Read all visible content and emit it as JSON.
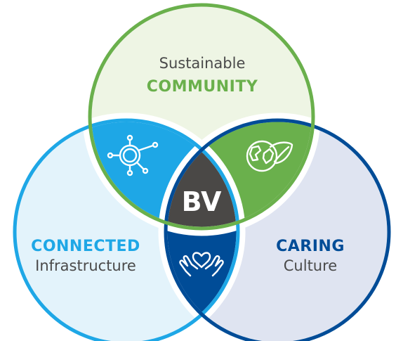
{
  "circles": {
    "top": {
      "light_label": "Sustainable",
      "bold_label": "COMMUNITY",
      "stroke_color": "#6ab04c",
      "fill_color": "#eef5e4",
      "label_color": "#6ab04c"
    },
    "left": {
      "bold_label": "CONNECTED",
      "light_label": "Infrastructure",
      "stroke_color": "#1ea7e6",
      "fill_color": "#e3f3fb",
      "label_color": "#1ea7e6"
    },
    "right": {
      "bold_label": "CARING",
      "light_label": "Culture",
      "stroke_color": "#004c97",
      "fill_color": "#dfe4f1",
      "label_color": "#004c97"
    }
  },
  "overlaps": {
    "top_left": {
      "color": "#1ea7e6",
      "icon": "network-hub-icon"
    },
    "top_right": {
      "color": "#6ab04c",
      "icon": "globe-leaf-icon"
    },
    "left_right": {
      "color": "#004c97",
      "icon": "heart-hands-icon"
    }
  },
  "center": {
    "label": "BV",
    "color": "#4a4846"
  }
}
